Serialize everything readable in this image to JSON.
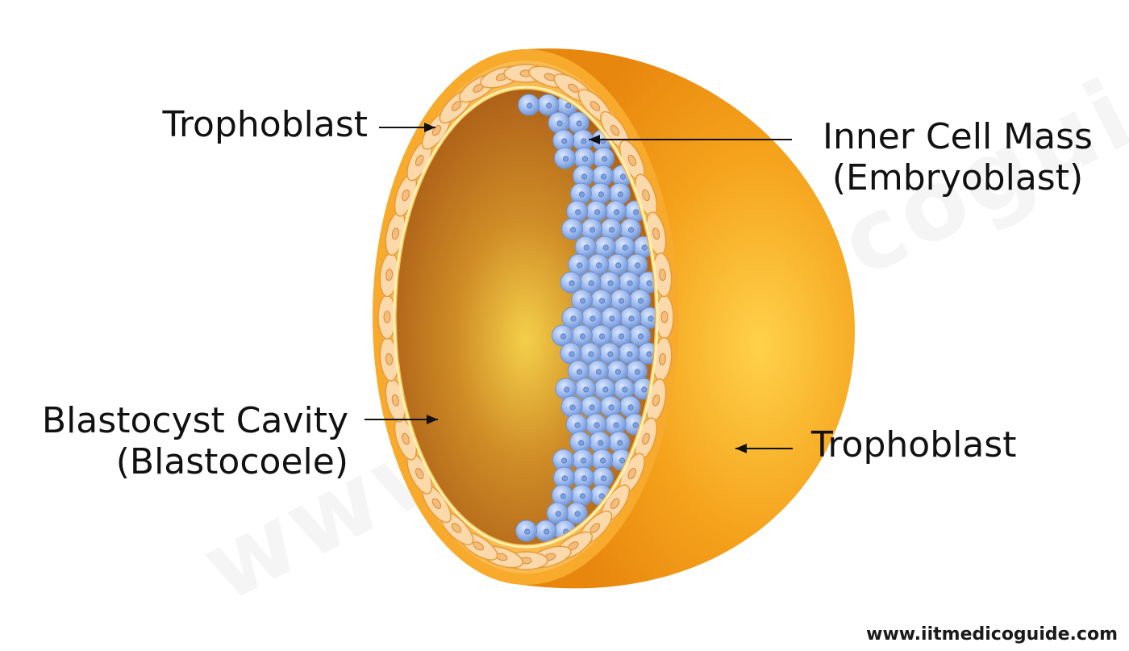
{
  "labels": {
    "trophoblast_top": "Trophoblast",
    "inner_cell_mass_line1": "Inner Cell Mass",
    "inner_cell_mass_line2": "(Embryoblast)",
    "blastocyst_cavity_line1": "Blastocyst Cavity",
    "blastocyst_cavity_line2": "(Blastocoele)",
    "trophoblast_right": "Trophoblast"
  },
  "watermark": "www.iitmedicoguide.com",
  "site_url": "www.iitmedicoguide.com",
  "colors": {
    "shell_outer": "#f29a17",
    "shell_rim": "#f7b03a",
    "cavity": "#b8671a",
    "cell_fill": "#f8d3a4",
    "inner_cells": "#8fb0e6",
    "arrow": "#111111"
  }
}
